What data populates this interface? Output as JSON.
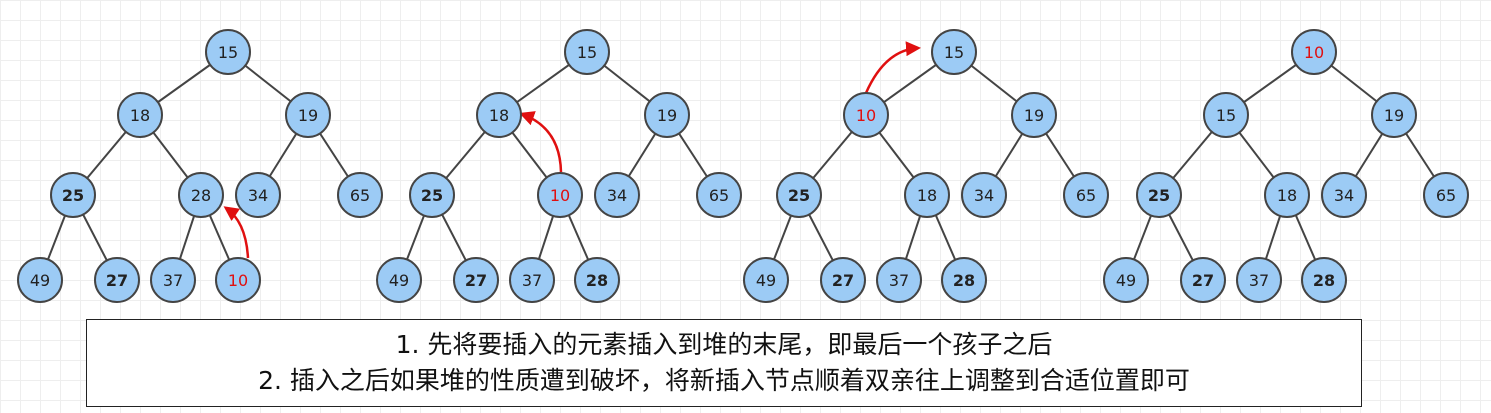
{
  "colors": {
    "node_fill": "#9ccbf5",
    "node_stroke": "#444444",
    "edge": "#444444",
    "arrow": "#e01010",
    "highlight_text": "#e01010",
    "text": "#222222"
  },
  "trees": [
    {
      "values": [
        "15",
        "18",
        "19",
        "25",
        "28",
        "34",
        "65",
        "49",
        "27",
        "37",
        "10"
      ],
      "highlight": [
        10
      ],
      "bold": [
        3,
        8
      ]
    },
    {
      "values": [
        "15",
        "18",
        "19",
        "25",
        "10",
        "34",
        "65",
        "49",
        "27",
        "37",
        "28"
      ],
      "highlight": [
        4
      ],
      "bold": [
        3,
        8,
        10
      ]
    },
    {
      "values": [
        "15",
        "10",
        "19",
        "25",
        "18",
        "34",
        "65",
        "49",
        "27",
        "37",
        "28"
      ],
      "highlight": [
        1
      ],
      "bold": [
        3,
        8,
        10
      ]
    },
    {
      "values": [
        "10",
        "15",
        "19",
        "25",
        "18",
        "34",
        "65",
        "49",
        "27",
        "37",
        "28"
      ],
      "highlight": [
        0
      ],
      "bold": [
        3,
        8,
        10
      ]
    }
  ],
  "caption": {
    "line1": "1. 先将要插入的元素插入到堆的末尾，即最后一个孩子之后",
    "line2": "2. 插入之后如果堆的性质遭到破坏，将新插入节点顺着双亲往上调整到合适位置即可"
  }
}
